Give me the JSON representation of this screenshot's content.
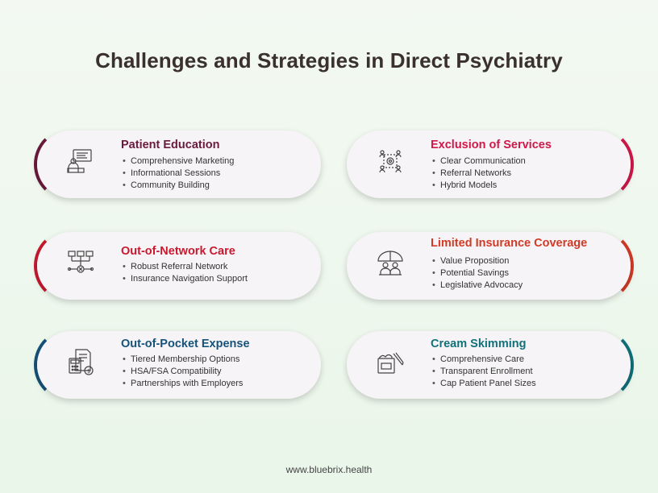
{
  "title": "Challenges and Strategies in Direct Psychiatry",
  "cards": [
    {
      "heading": "Patient Education",
      "color": "#6b1a3c",
      "icon": "presentation-icon",
      "items": [
        "Comprehensive Marketing",
        "Informational Sessions",
        "Community Building"
      ]
    },
    {
      "heading": "Exclusion of Services",
      "color": "#d1184a",
      "icon": "service-network-icon",
      "items": [
        "Clear Communication",
        "Referral Networks",
        "Hybrid Models"
      ]
    },
    {
      "heading": "Out-of-Network Care",
      "color": "#c8192f",
      "icon": "network-icon",
      "items": [
        "Robust Referral Network",
        "Insurance Navigation Support"
      ]
    },
    {
      "heading": "Limited Insurance Coverage",
      "color": "#d03b27",
      "icon": "umbrella-family-icon",
      "items": [
        "Value Proposition",
        "Potential Savings",
        "Legislative Advocacy"
      ]
    },
    {
      "heading": "Out-of-Pocket Expense",
      "color": "#15527a",
      "icon": "invoice-calculator-icon",
      "items": [
        "Tiered Membership Options",
        "HSA/FSA Compatibility",
        "Partnerships with Employers"
      ]
    },
    {
      "heading": "Cream Skimming",
      "color": "#11707a",
      "icon": "cream-jar-icon",
      "items": [
        "Comprehensive Care",
        "Transparent Enrollment",
        "Cap Patient Panel Sizes"
      ]
    }
  ],
  "footer": "www.bluebrix.health"
}
